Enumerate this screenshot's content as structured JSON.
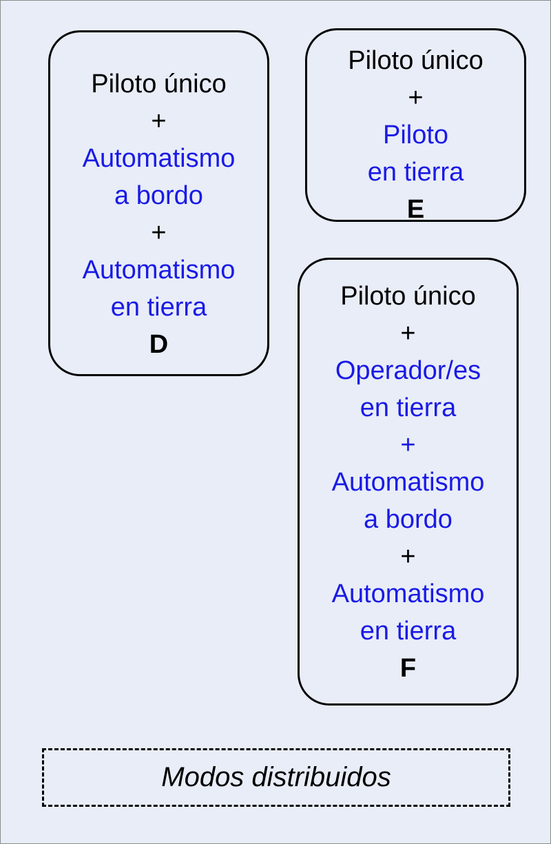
{
  "modes": [
    {
      "id": "D",
      "lines": [
        {
          "text": "Piloto único",
          "color": "black"
        },
        {
          "text": "+",
          "color": "black"
        },
        {
          "text": "Automatismo",
          "color": "blue"
        },
        {
          "text": "a bordo",
          "color": "blue"
        },
        {
          "text": "+",
          "color": "black"
        },
        {
          "text": "Automatismo",
          "color": "blue"
        },
        {
          "text": "en tierra",
          "color": "blue"
        }
      ],
      "code": "D"
    },
    {
      "id": "E",
      "lines": [
        {
          "text": "Piloto único",
          "color": "black"
        },
        {
          "text": "+",
          "color": "black"
        },
        {
          "text": "Piloto",
          "color": "blue"
        },
        {
          "text": "en tierra",
          "color": "blue"
        }
      ],
      "code": "E"
    },
    {
      "id": "F",
      "lines": [
        {
          "text": "Piloto único",
          "color": "black"
        },
        {
          "text": "+",
          "color": "black"
        },
        {
          "text": "Operador/es",
          "color": "blue"
        },
        {
          "text": "en tierra",
          "color": "blue"
        },
        {
          "text": "+",
          "color": "blue"
        },
        {
          "text": "Automatismo",
          "color": "blue"
        },
        {
          "text": "a bordo",
          "color": "blue"
        },
        {
          "text": "+",
          "color": "black"
        },
        {
          "text": "Automatismo",
          "color": "blue"
        },
        {
          "text": "en tierra",
          "color": "blue"
        }
      ],
      "code": "F"
    }
  ],
  "legend": {
    "label": "Modos distribuidos"
  },
  "colors": {
    "background": "#e8edf7",
    "black_text": "#000000",
    "blue_text": "#1a1ae6",
    "border": "#000000"
  }
}
